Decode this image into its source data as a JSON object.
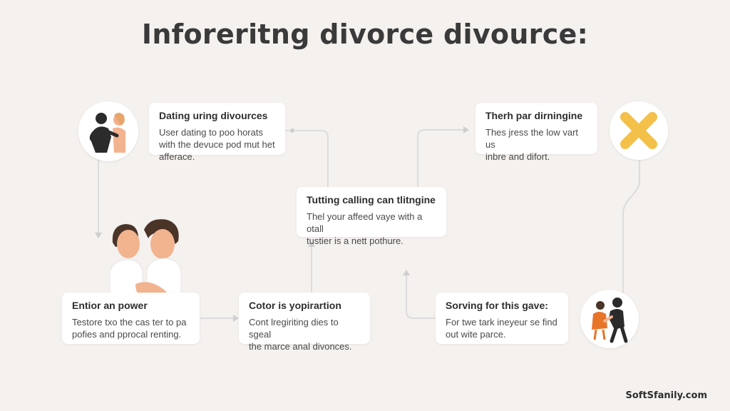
{
  "title": "Inforeritng divorce divource:",
  "steps": [
    {
      "title": "Dating uring divources",
      "body": "User dating to poo horats\nwith the devuce pod mut het\nafferace."
    },
    {
      "title": "Therh par dirningine",
      "body": "Thes jress the low vart us\ninbre and difort."
    },
    {
      "title": "Tutting calling can tlitngine",
      "body": "Thel your affeed vaye with a otall\ntustier is a nett pothure."
    },
    {
      "title": "Entior an power",
      "body": "Testore txo the cas ter to pa\npofies and pprocal renting."
    },
    {
      "title": "Cotor is yopirartion",
      "body": "Cont lregiriting dies to sgeal\nthe marce anal divonces."
    },
    {
      "title": "Sorving for this gave:",
      "body": "For twe tark ineyeur se find\nout wite parce."
    }
  ],
  "watermark": "SoftSfanily.com",
  "icons": {
    "avatar_couple_dancing": "couple-dancing-icon",
    "avatar_x_mark": "x-mark-icon",
    "couple_illustration": "couple-embracing-illustration",
    "avatar_couple_walking": "couple-walking-icon"
  },
  "colors": {
    "background": "#f4f1ee",
    "card": "#ffffff",
    "connector": "#d9d9d9",
    "accent_x": "#f3c04a",
    "skin": "#f2b38f",
    "accent_orange": "#e8742a"
  }
}
